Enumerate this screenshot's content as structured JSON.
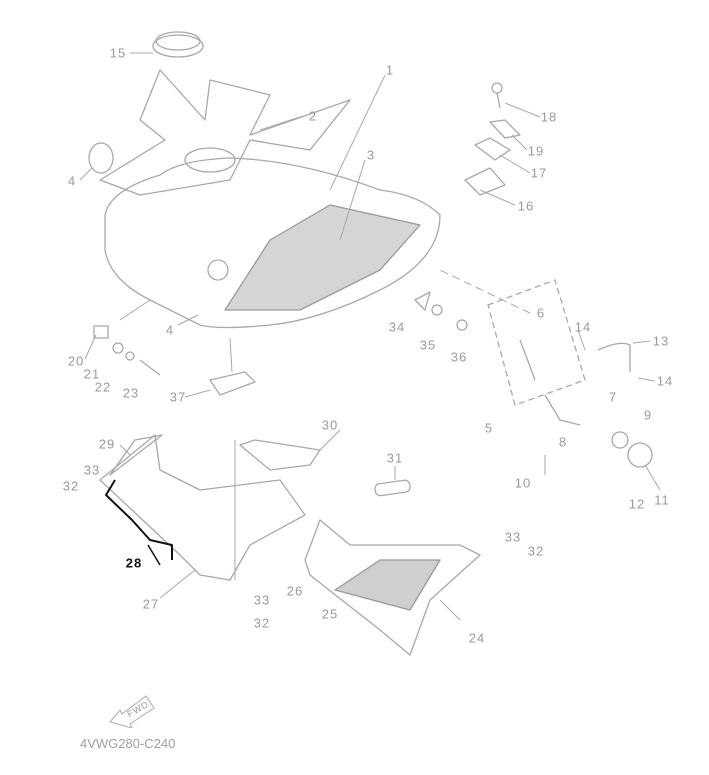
{
  "diagram": {
    "code": "4VWG280-C240",
    "fwd_text": "FWD",
    "labels": [
      "15",
      "1",
      "2",
      "18",
      "3",
      "19",
      "4",
      "17",
      "16",
      "6",
      "34",
      "35",
      "36",
      "14",
      "13",
      "14",
      "20",
      "21",
      "4",
      "22",
      "23",
      "37",
      "7",
      "5",
      "9",
      "8",
      "30",
      "29",
      "31",
      "33",
      "32",
      "11",
      "12",
      "10",
      "28",
      "33",
      "32",
      "26",
      "25",
      "27",
      "33",
      "32",
      "24"
    ],
    "colors": {
      "line": "#a8a8a8",
      "highlight": "#111111"
    }
  }
}
